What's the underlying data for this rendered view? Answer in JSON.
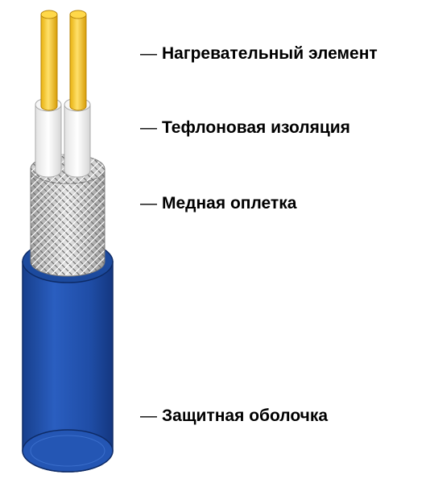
{
  "diagram": {
    "labels": [
      {
        "id": "heating-element",
        "text": "Нагревательный элемент"
      },
      {
        "id": "teflon-insulation",
        "text": "Тефлоновая изоляция"
      },
      {
        "id": "copper-braid",
        "text": "Медная оплетка"
      },
      {
        "id": "protective-sheath",
        "text": "Защитная оболочка"
      }
    ],
    "colors": {
      "conductor": "#F2C31B",
      "insulation": "#F4F4F4",
      "braid": "#C9C9C9",
      "sheath": "#1E4FA8"
    }
  }
}
